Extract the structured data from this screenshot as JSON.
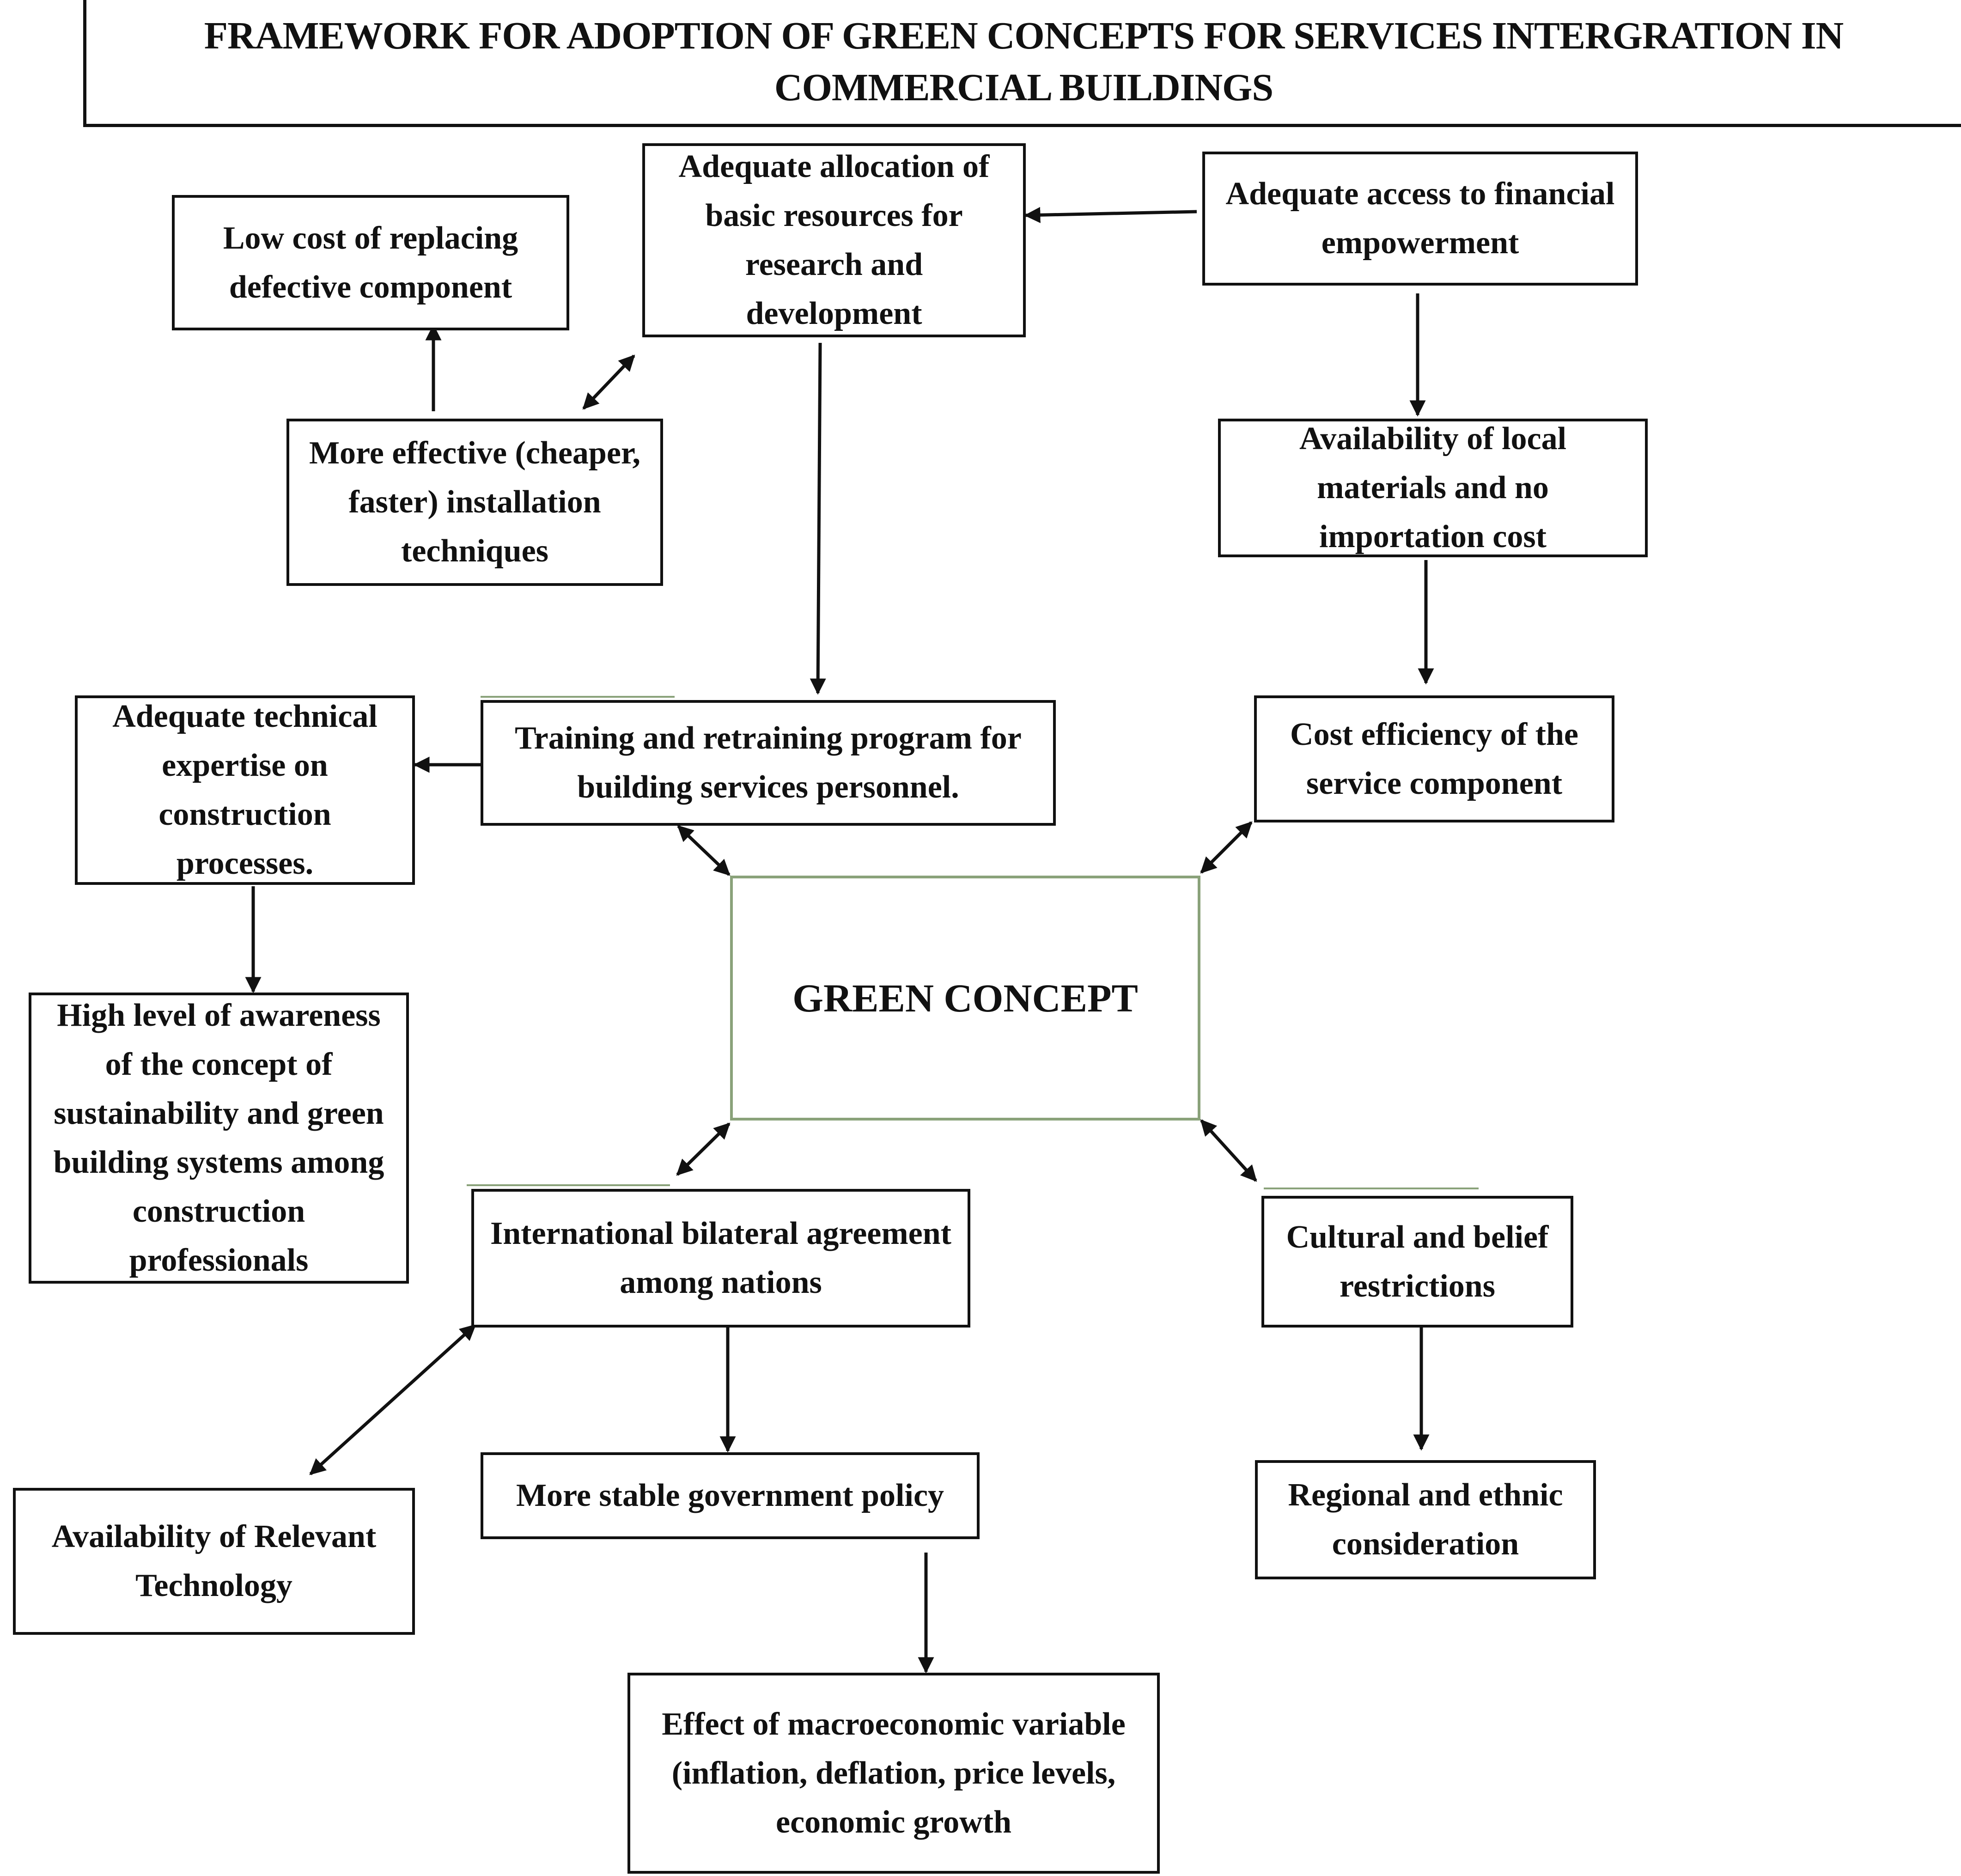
{
  "title": "FRAMEWORK FOR ADOPTION OF GREEN CONCEPTS FOR SERVICES INTERGRATION IN COMMERCIAL BUILDINGS",
  "nodes": {
    "low_cost": "Low cost of replacing defective component",
    "allocation": "Adequate allocation of basic resources for research and development",
    "financial": "Adequate access to financial empowerment",
    "installation": "More effective (cheaper, faster) installation techniques",
    "local_materials": "Availability of local materials and no importation cost",
    "technical_expertise": "Adequate technical expertise on construction processes.",
    "training": "Training and retraining program for building services personnel.",
    "cost_efficiency": "Cost efficiency of the service component",
    "green_concept": "GREEN CONCEPT",
    "awareness": "High level of awareness of the concept of sustainability and green building systems among construction professionals",
    "bilateral": "International bilateral agreement among nations",
    "cultural": "Cultural and belief restrictions",
    "technology": "Availability of Relevant Technology",
    "government": "More stable government policy",
    "regional": "Regional and ethnic consideration",
    "macroeconomic": "Effect of macroeconomic variable (inflation, deflation, price levels, economic growth"
  },
  "colors": {
    "line": "#111111",
    "center_border": "#8aa27a"
  }
}
